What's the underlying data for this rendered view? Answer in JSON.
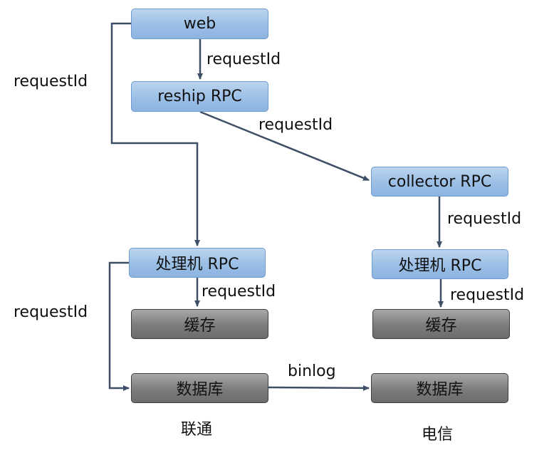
{
  "nodes": {
    "web": "web",
    "reship": "reship RPC",
    "collector": "collector RPC",
    "handler_left": "处理机 RPC",
    "handler_right": "处理机 RPC",
    "cache_left": "缓存",
    "cache_right": "缓存",
    "db_left": "数据库",
    "db_right": "数据库"
  },
  "edge_labels": {
    "web_to_reship": "requestId",
    "reship_to_collector": "requestId",
    "web_to_handler": "requestId",
    "collector_to_handler": "requestId",
    "handler_left_to_cache": "requestId",
    "handler_right_to_cache": "requestId",
    "handler_left_to_db": "requestId",
    "db_to_db": "binlog"
  },
  "groups": {
    "left": "联通",
    "right": "电信"
  },
  "colors": {
    "rpc_fill": "#9bbfe6",
    "storage_fill": "#7c7c7c",
    "edge": "#3e4e66"
  }
}
